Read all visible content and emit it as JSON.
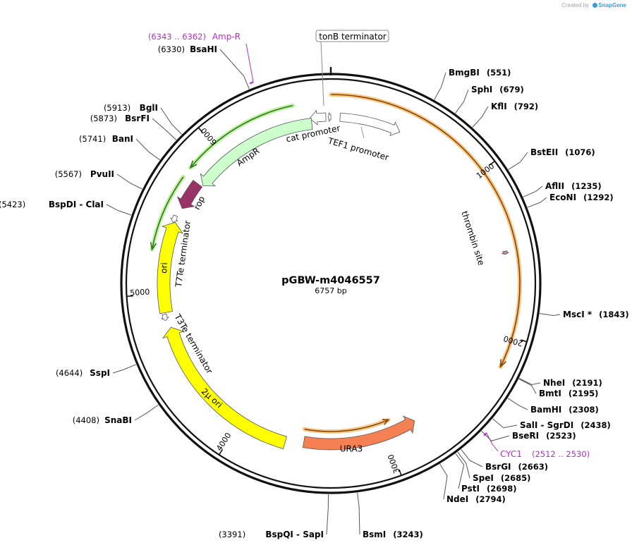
{
  "credit": {
    "prefix": "Created by",
    "brand": "SnapGene"
  },
  "plasmid": {
    "name": "pGBW-m4046557",
    "length_label": "6757 bp",
    "length": 6757
  },
  "ticks": [
    {
      "bp": 1000,
      "label": "1000"
    },
    {
      "bp": 2000,
      "label": "2000"
    },
    {
      "bp": 3000,
      "label": "3000"
    },
    {
      "bp": 4000,
      "label": "4000"
    },
    {
      "bp": 5000,
      "label": "5000"
    },
    {
      "bp": 6000,
      "label": "6000"
    }
  ],
  "sites": [
    {
      "name": "BmgBI",
      "pos": "(551)",
      "bp": 551,
      "side": "right"
    },
    {
      "name": "SphI",
      "pos": "(679)",
      "bp": 679,
      "side": "right"
    },
    {
      "name": "KflI",
      "pos": "(792)",
      "bp": 792,
      "side": "right"
    },
    {
      "name": "BstEII",
      "pos": "(1076)",
      "bp": 1076,
      "side": "right"
    },
    {
      "name": "AflII",
      "pos": "(1235)",
      "bp": 1235,
      "side": "right"
    },
    {
      "name": "EcoNI",
      "pos": "(1292)",
      "bp": 1292,
      "side": "right"
    },
    {
      "name": "MscI *",
      "pos": "(1843)",
      "bp": 1843,
      "side": "right"
    },
    {
      "name": "NheI",
      "pos": "(2191)",
      "bp": 2191,
      "side": "right"
    },
    {
      "name": "BmtI",
      "pos": "(2195)",
      "bp": 2195,
      "side": "right"
    },
    {
      "name": "BamHI",
      "pos": "(2308)",
      "bp": 2308,
      "side": "right"
    },
    {
      "name": "SalI  -  SgrDI",
      "pos": "(2438)",
      "bp": 2438,
      "side": "right"
    },
    {
      "name": "BseRI",
      "pos": "(2523)",
      "bp": 2523,
      "side": "right"
    },
    {
      "name": "BsrGI",
      "pos": "(2663)",
      "bp": 2663,
      "side": "right"
    },
    {
      "name": "SpeI",
      "pos": "(2685)",
      "bp": 2685,
      "side": "right"
    },
    {
      "name": "PstI",
      "pos": "(2698)",
      "bp": 2698,
      "side": "right"
    },
    {
      "name": "NdeI",
      "pos": "(2794)",
      "bp": 2794,
      "side": "right"
    },
    {
      "name": "BsmI",
      "pos": "(3243)",
      "bp": 3243,
      "side": "right"
    },
    {
      "name": "BspQI  -  SapI",
      "pos": "(3391)",
      "bp": 3391,
      "side": "left"
    },
    {
      "name": "SnaBI",
      "pos": "(4408)",
      "bp": 4408,
      "side": "left"
    },
    {
      "name": "SspI",
      "pos": "(4644)",
      "bp": 4644,
      "side": "left"
    },
    {
      "name": "BspDI  -  ClaI",
      "pos": "(5423)",
      "bp": 5423,
      "side": "left"
    },
    {
      "name": "PvuII",
      "pos": "(5567)",
      "bp": 5567,
      "side": "left"
    },
    {
      "name": "BanI",
      "pos": "(5741)",
      "bp": 5741,
      "side": "left"
    },
    {
      "name": "BsrFI",
      "pos": "(5873)",
      "bp": 5873,
      "side": "left"
    },
    {
      "name": "BglI",
      "pos": "(5913)",
      "bp": 5913,
      "side": "left"
    },
    {
      "name": "BsaHI",
      "pos": "(6330)",
      "bp": 6330,
      "side": "left"
    }
  ],
  "primers": [
    {
      "name": "Amp-R",
      "pos": "(6343 .. 6362)",
      "start": 6343,
      "end": 6362,
      "side": "left"
    },
    {
      "name": "CYC1",
      "pos": "(2512 .. 2530)",
      "start": 2512,
      "end": 2530,
      "side": "right"
    }
  ],
  "features": [
    {
      "name": "TEF1 promoter",
      "type": "promoter",
      "start": 60,
      "end": 460,
      "strand": 1,
      "color": "#ffffff"
    },
    {
      "name": "tonB terminator",
      "type": "terminator",
      "start": 6740,
      "end": 6757,
      "strand": -1,
      "color": "#ffffff"
    },
    {
      "name": "cat promoter",
      "type": "promoter",
      "start": 6620,
      "end": 6725,
      "strand": -1,
      "color": "#ffffff"
    },
    {
      "name": "AmpR",
      "type": "cds",
      "start": 5770,
      "end": 6630,
      "strand": -1,
      "color": "#ccffcc"
    },
    {
      "name": "rop",
      "type": "cds",
      "start": 5570,
      "end": 5760,
      "strand": -1,
      "color": "#993366"
    },
    {
      "name": "T7Te terminator",
      "type": "terminator",
      "start": 5465,
      "end": 5510,
      "strand": -1,
      "color": "#ffffff"
    },
    {
      "name": "ori",
      "type": "rep_origin",
      "start": 4880,
      "end": 5470,
      "strand": 1,
      "color": "#ffff00"
    },
    {
      "name": "T3Te terminator",
      "type": "terminator",
      "start": 4830,
      "end": 4870,
      "strand": -1,
      "color": "#ffffff"
    },
    {
      "name": "2μ ori",
      "type": "rep_origin",
      "start": 3680,
      "end": 4780,
      "strand": 1,
      "color": "#ffff00"
    },
    {
      "name": "URA3",
      "type": "cds",
      "start": 2790,
      "end": 3560,
      "strand": -1,
      "color": "#f58052"
    },
    {
      "name": "thrombin site",
      "type": "site",
      "start": 1492,
      "end": 1512,
      "strand": 1,
      "color": "#c88fa0"
    }
  ],
  "arcs": [
    {
      "name": "orange-orf-1",
      "start": 1,
      "end": 2180,
      "strand": 1,
      "color": "#8a4500",
      "halo": "#f5c88a"
    },
    {
      "name": "orange-orf-2",
      "start": 2950,
      "end": 3570,
      "strand": -1,
      "color": "#8a4500",
      "halo": "#f5c88a"
    },
    {
      "name": "green-orf-1",
      "start": 5810,
      "end": 6530,
      "strand": -1,
      "color": "#2d7a1a",
      "halo": "#bff0a0"
    },
    {
      "name": "green-orf-2",
      "start": 5270,
      "end": 5740,
      "strand": -1,
      "color": "#2d7a1a",
      "halo": "#bff0a0"
    },
    {
      "name": "green-orf-3",
      "start": 2840,
      "end": 3150,
      "strand": 1,
      "color": "#2d7a1a",
      "halo": "#bff0a0"
    }
  ]
}
